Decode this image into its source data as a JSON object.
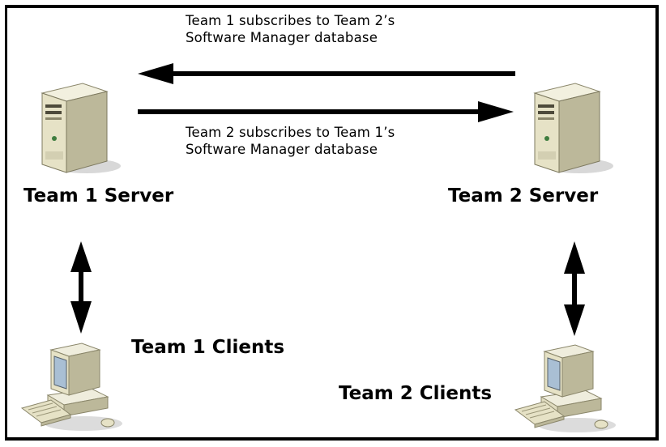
{
  "captions": {
    "team1_subscribes": [
      "Team 1 subscribes to Team 2’s",
      "Software Manager database"
    ],
    "team2_subscribes": [
      "Team 2 subscribes to Team 1’s",
      "Software Manager database"
    ]
  },
  "labels": {
    "team1_server": "Team 1 Server",
    "team2_server": "Team 2 Server",
    "team1_clients": "Team 1 Clients",
    "team2_clients": "Team 2 Clients"
  },
  "icons": {
    "server": "server-tower-icon",
    "client": "desktop-computer-icon"
  },
  "colors": {
    "arrow": "#000000",
    "server_body": "#e6e2c6",
    "monitor_screen": "#a9bfd4"
  }
}
